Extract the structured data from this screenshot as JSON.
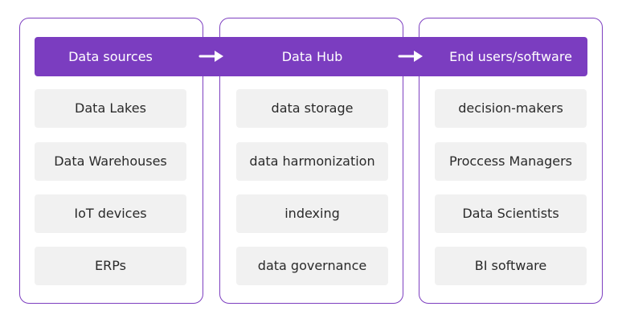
{
  "colors": {
    "accent": "#7b3dc0",
    "border": "#7d3fc0",
    "item_bg": "#f1f1f1",
    "text": "#2a2a2a",
    "header_text": "#ffffff"
  },
  "columns": [
    {
      "title": "Data sources",
      "items": [
        "Data Lakes",
        "Data Warehouses",
        "IoT devices",
        "ERPs"
      ]
    },
    {
      "title": "Data Hub",
      "items": [
        "data storage",
        "data harmonization",
        "indexing",
        "data governance"
      ]
    },
    {
      "title": "End users/software",
      "items": [
        "decision-makers",
        "Proccess Managers",
        "Data Scientists",
        "BI software"
      ]
    }
  ],
  "flow_arrows": [
    "arrow-right-icon",
    "arrow-right-icon"
  ]
}
